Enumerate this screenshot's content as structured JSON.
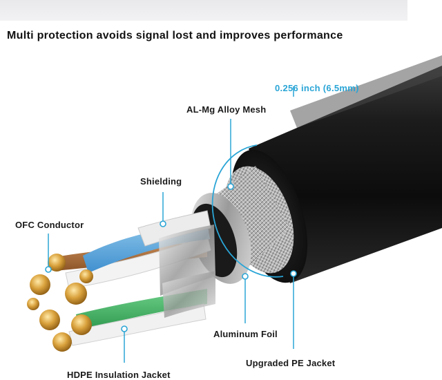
{
  "headline": "Multi protection avoids signal lost and improves performance",
  "dimension_label": "0.256 inch (6.5mm)",
  "accent_color": "#2aa5d6",
  "labels": {
    "mesh": "AL-Mg Alloy Mesh",
    "shielding": "Shielding",
    "conductor": "OFC Conductor",
    "foil": "Aluminum Foil",
    "pe_jacket": "Upgraded PE Jacket",
    "hdpe_jacket": "HDPE Insulation Jacket"
  }
}
